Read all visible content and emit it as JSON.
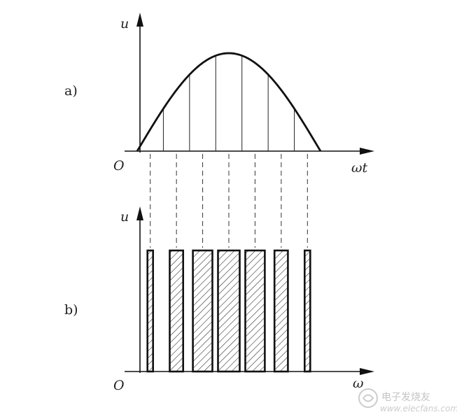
{
  "panel_a": {
    "label": "a)",
    "y_axis_label": "u",
    "x_axis_label": "ωt",
    "origin_label": "O"
  },
  "panel_b": {
    "label": "b)",
    "y_axis_label": "u",
    "x_axis_label": "ω",
    "origin_label": "O"
  },
  "watermark": {
    "text": "电子发烧友",
    "url": "www.elecfans.com"
  },
  "diagram": {
    "sine_segments": 7,
    "pulse_widths_relative": [
      0.22,
      0.62,
      0.9,
      1.0,
      0.9,
      0.62,
      0.22
    ],
    "line_color": "#111111",
    "hatch_color": "#333333"
  }
}
